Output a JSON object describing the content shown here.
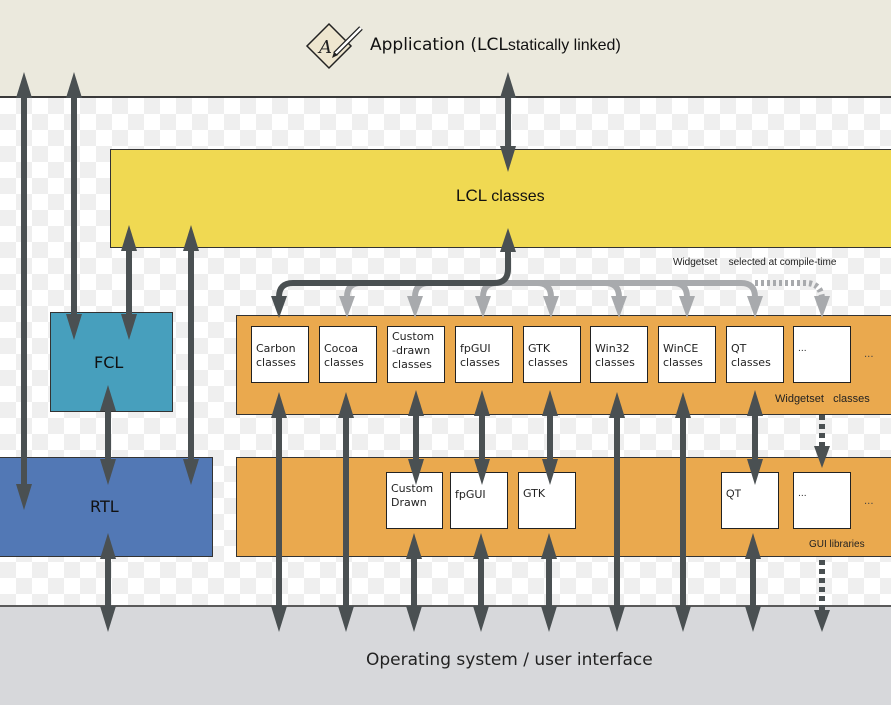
{
  "application": {
    "label_main": "Application (LCL",
    "label_sub": "statically linked)",
    "icon": "application-pen-icon"
  },
  "lcl": {
    "label_main": "LCL",
    "label_sub": "classes"
  },
  "fcl": {
    "label": "FCL"
  },
  "rtl": {
    "label": "RTL"
  },
  "widgetset_note": {
    "part1": "Widgetset",
    "part2": "selected at compile-time"
  },
  "widgetset_layer": {
    "caption_part1": "Widgetset",
    "caption_part2": "classes",
    "items": [
      {
        "line1": "Carbon",
        "line2": "classes",
        "line3": ""
      },
      {
        "line1": "Cocoa",
        "line2": "classes",
        "line3": ""
      },
      {
        "line1": "Custom",
        "line2": "-drawn",
        "line3": "classes"
      },
      {
        "line1": "fpGUI",
        "line2": "classes",
        "line3": ""
      },
      {
        "line1": "GTK",
        "line2": "classes",
        "line3": ""
      },
      {
        "line1": "Win32",
        "line2": "classes",
        "line3": ""
      },
      {
        "line1": "WinCE",
        "line2": "classes",
        "line3": ""
      },
      {
        "line1": "QT",
        "line2": "classes",
        "line3": ""
      },
      {
        "line1": "...",
        "line2": "",
        "line3": ""
      }
    ],
    "trailing": "..."
  },
  "gui_layer": {
    "caption": "GUI libraries",
    "items": [
      {
        "line1": "Custom",
        "line2": "Drawn"
      },
      {
        "line1": "fpGUI",
        "line2": ""
      },
      {
        "line1": "GTK",
        "line2": ""
      },
      {
        "line1": "QT",
        "line2": ""
      },
      {
        "line1": "...",
        "line2": ""
      }
    ],
    "trailing": "..."
  },
  "os": {
    "label": "Operating system / user interface"
  },
  "colors": {
    "application_band": "#ebe9dd",
    "lcl": "#f0d952",
    "fcl": "#479fbd",
    "rtl": "#5278b5",
    "widgetset": "#eaa94e",
    "os_band": "#d7d8db",
    "arrow_dark": "#4a5052",
    "arrow_light": "#a8aaad"
  }
}
